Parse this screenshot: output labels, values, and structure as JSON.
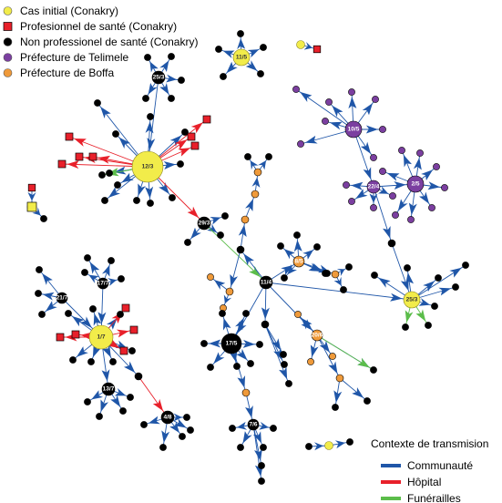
{
  "legend_nodes": {
    "items": [
      {
        "label": "Cas initial (Conakry)",
        "shape": "circle",
        "color": "#f2ec4a"
      },
      {
        "label": "Profesionnel de santé (Conakry)",
        "shape": "square",
        "color": "#e8202a"
      },
      {
        "label": "Non professionel de santé (Conakry)",
        "shape": "circle",
        "color": "#000000"
      },
      {
        "label": "Préfecture de Telimele",
        "shape": "circle",
        "color": "#7b3fa0"
      },
      {
        "label": "Préfecture de Boffa",
        "shape": "circle",
        "color": "#ef9a3a"
      }
    ]
  },
  "legend_edges": {
    "title": "Contexte de transmision",
    "items": [
      {
        "label": "Communauté",
        "color": "#1f56a8"
      },
      {
        "label": "Hôpital",
        "color": "#e8202a"
      },
      {
        "label": "Funérailles",
        "color": "#5bbd4a"
      }
    ]
  },
  "colors": {
    "initial": "#f2ec4a",
    "health": "#e8202a",
    "nonhealth": "#000000",
    "telimele": "#7b3fa0",
    "boffa": "#ef9a3a",
    "community": "#1f56a8",
    "hospital": "#e8202a",
    "funeral": "#5bbd4a"
  },
  "cluster_labels": {
    "n11_5": "11/5",
    "n25_3a": "25/3",
    "n12_3": "12/3",
    "n29_3": "29/3",
    "n10_5": "10/5",
    "n22_4": "22/4",
    "n2_5": "2/5",
    "n8_5": "8/5",
    "n11_4": "11/4",
    "n17_7": "17/7",
    "n21_7": "21/7",
    "n1_7": "1/7",
    "n25_3b": "25/3",
    "n17_5": "17/5",
    "n20_6": "20/6",
    "n13_7": "13/7",
    "n4_8": "4/8",
    "n7_6": "7/6"
  }
}
